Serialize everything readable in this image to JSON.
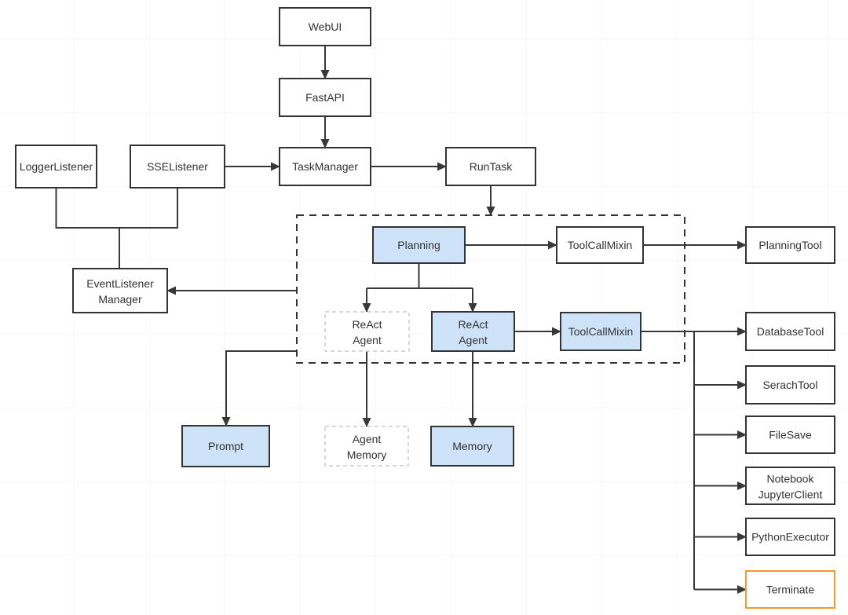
{
  "diagram": {
    "title": "Agent architecture flowchart",
    "colors": {
      "node_stroke": "#333333",
      "node_fill": "#ffffff",
      "highlight_fill": "#cee3f8",
      "ghost_stroke": "#cccccc",
      "terminate_stroke": "#f79928",
      "edge": "#383838",
      "grid": "#f0f0f0",
      "text": "#333333"
    },
    "nodes": {
      "webui": {
        "label": "WebUI"
      },
      "fastapi": {
        "label": "FastAPI"
      },
      "taskmanager": {
        "label": "TaskManager"
      },
      "runtask": {
        "label": "RunTask"
      },
      "loggerlistener": {
        "label": "LoggerListener"
      },
      "sselistener": {
        "label": "SSEListener"
      },
      "event_listener_manager": {
        "lines": [
          "EventListener",
          "Manager"
        ]
      },
      "planning": {
        "label": "Planning"
      },
      "toolcallmixin_top": {
        "label": "ToolCallMixin"
      },
      "react_agent_ghost": {
        "lines": [
          "ReAct",
          "Agent"
        ]
      },
      "react_agent": {
        "lines": [
          "ReAct",
          "Agent"
        ]
      },
      "toolcallmixin_blue": {
        "label": "ToolCallMixin"
      },
      "planningtool": {
        "label": "PlanningTool"
      },
      "databasetool": {
        "label": "DatabaseTool"
      },
      "serachtool": {
        "label": "SerachTool"
      },
      "filesave": {
        "label": "FileSave"
      },
      "notebook_jupyterclient": {
        "lines": [
          "Notebook",
          "JupyterClient"
        ]
      },
      "pythonexecutor": {
        "label": "PythonExecutor"
      },
      "terminate": {
        "label": "Terminate"
      },
      "prompt": {
        "label": "Prompt"
      },
      "agent_memory": {
        "lines": [
          "Agent",
          "Memory"
        ]
      },
      "memory": {
        "label": "Memory"
      }
    },
    "edges": [
      {
        "from": "webui",
        "to": "fastapi"
      },
      {
        "from": "fastapi",
        "to": "taskmanager"
      },
      {
        "from": "sselistener",
        "to": "taskmanager"
      },
      {
        "from": "taskmanager",
        "to": "runtask"
      },
      {
        "from": "runtask",
        "to": "agent-group"
      },
      {
        "from": "loggerlistener",
        "to": "event_listener_manager"
      },
      {
        "from": "sselistener",
        "to": "event_listener_manager"
      },
      {
        "from": "agent-group",
        "to": "event_listener_manager"
      },
      {
        "from": "planning",
        "to": "toolcallmixin_top"
      },
      {
        "from": "planning",
        "to": "react_agent_ghost"
      },
      {
        "from": "planning",
        "to": "react_agent"
      },
      {
        "from": "react_agent",
        "to": "toolcallmixin_blue"
      },
      {
        "from": "toolcallmixin_top",
        "to": "planningtool"
      },
      {
        "from": "toolcallmixin_blue",
        "to": "databasetool"
      },
      {
        "from": "toolcallmixin_blue",
        "to": "serachtool"
      },
      {
        "from": "toolcallmixin_blue",
        "to": "filesave"
      },
      {
        "from": "toolcallmixin_blue",
        "to": "notebook_jupyterclient"
      },
      {
        "from": "toolcallmixin_blue",
        "to": "pythonexecutor"
      },
      {
        "from": "toolcallmixin_blue",
        "to": "terminate"
      },
      {
        "from": "agent-group",
        "to": "prompt"
      },
      {
        "from": "react_agent_ghost",
        "to": "agent_memory"
      },
      {
        "from": "react_agent",
        "to": "memory"
      }
    ]
  }
}
